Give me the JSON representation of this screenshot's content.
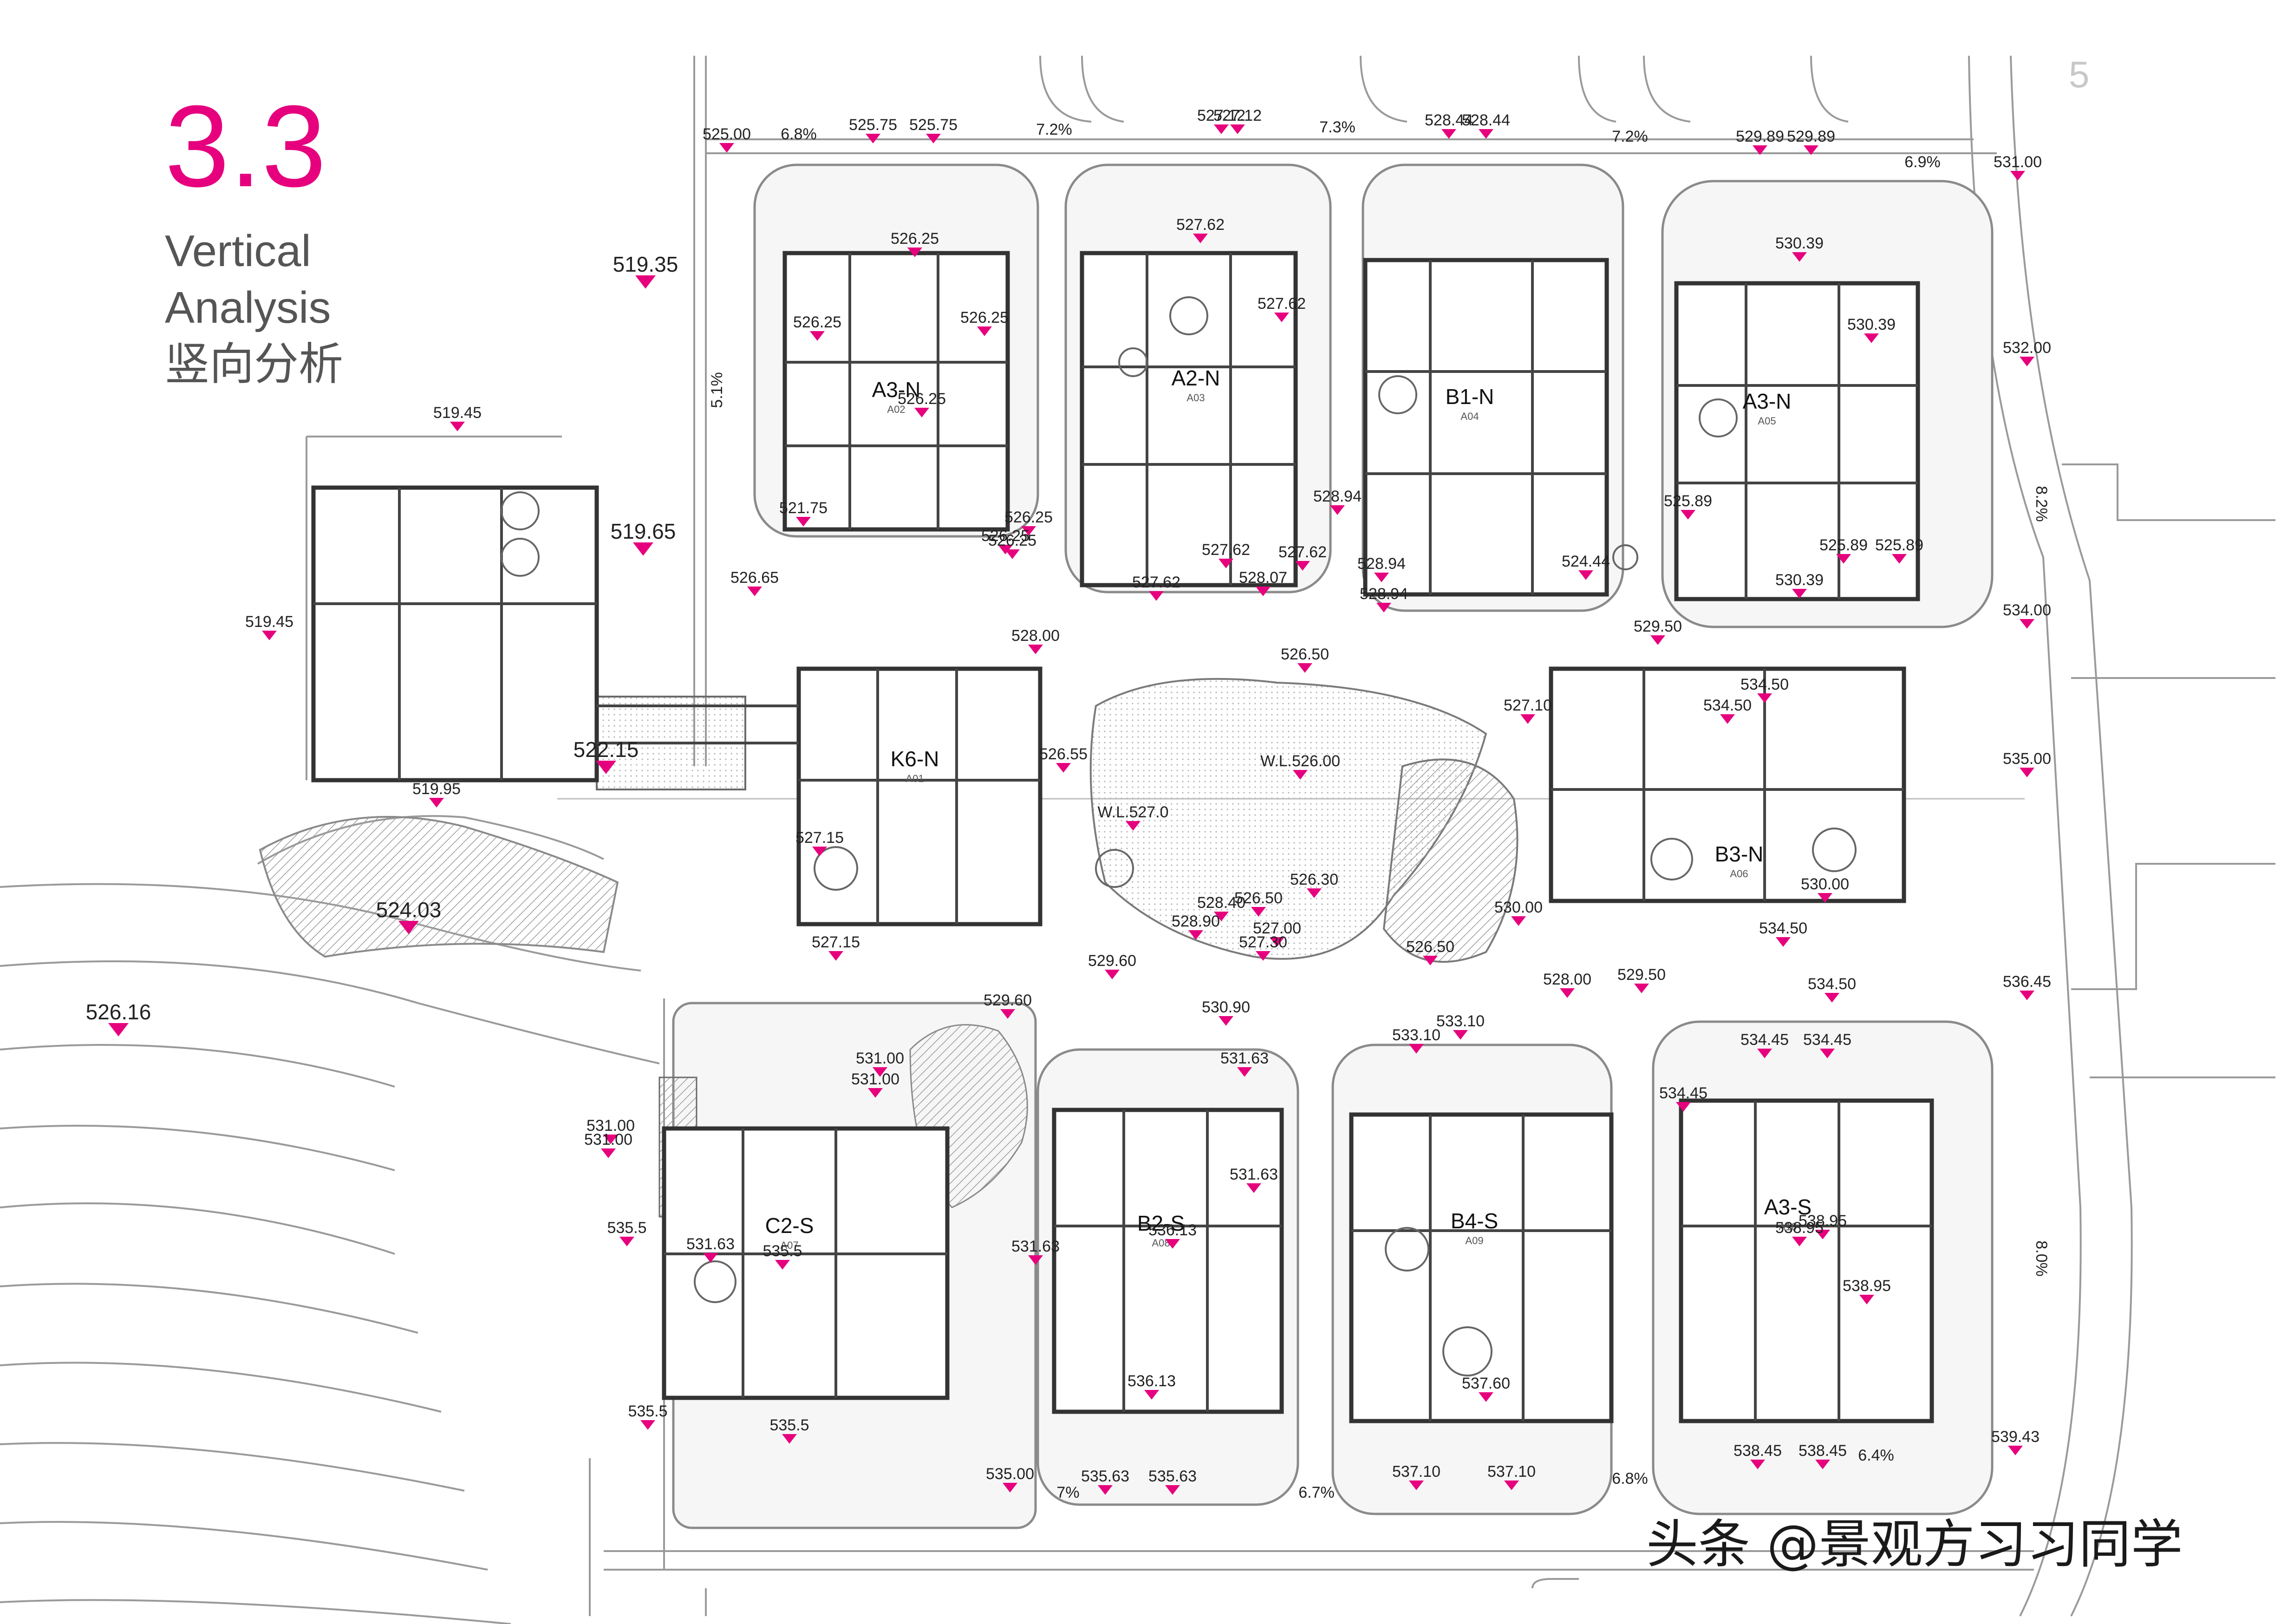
{
  "header": {
    "section_number": "3.3",
    "title_line_1": "Vertical",
    "title_line_2": "Analysis",
    "title_line_3": "竖向分析",
    "page_number": "5"
  },
  "watermark": "头条 @景观方习习同学",
  "colors": {
    "accent": "#e6007e",
    "building_outline": "#333333",
    "road_line": "#9a9a9a",
    "background": "#ffffff"
  },
  "plan": {
    "units": [
      {
        "name": "A3-N",
        "code": "A02"
      },
      {
        "name": "A2-N",
        "code": "A03"
      },
      {
        "name": "B1-N",
        "code": "A04"
      },
      {
        "name": "A3-N",
        "code": "A05"
      },
      {
        "name": "K6-N",
        "code": "A01"
      },
      {
        "name": "B3-N",
        "code": "A06"
      },
      {
        "name": "C2-S",
        "code": "A07"
      },
      {
        "name": "B2-S",
        "code": "A08"
      },
      {
        "name": "B4-S",
        "code": "A09"
      },
      {
        "name": "A3-S",
        "code": "A10"
      }
    ],
    "elevations": [
      "525.00",
      "525.75",
      "525.75",
      "527.12",
      "527.12",
      "528.44",
      "528.44",
      "529.89",
      "529.89",
      "531.00",
      "519.35",
      "532.00",
      "534.00",
      "535.00",
      "536.45",
      "539.43",
      "526.16",
      "524.03",
      "519.45",
      "519.45",
      "519.65",
      "522.15",
      "519.95",
      "526.65",
      "526.25",
      "526.25",
      "526.25",
      "526.25",
      "526.25",
      "521.75",
      "526.25",
      "527.62",
      "527.62",
      "527.62",
      "527.62",
      "527.62",
      "528.07",
      "528.94",
      "528.94",
      "528.94",
      "524.44",
      "530.39",
      "530.39",
      "525.89",
      "525.89",
      "525.89",
      "530.39",
      "528.00",
      "526.50",
      "529.50",
      "527.10",
      "534.50",
      "534.50",
      "527.15",
      "526.55",
      "W.L.526.00",
      "W.L.527.0",
      "526.50",
      "526.30",
      "528.90",
      "528.40",
      "527.00",
      "527.30",
      "530.00",
      "530.00",
      "526.50",
      "528.00",
      "529.50",
      "534.50",
      "534.50",
      "527.15",
      "529.60",
      "529.60",
      "530.90",
      "531.63",
      "533.10",
      "533.10",
      "531.00",
      "531.00",
      "531.00",
      "531.00",
      "534.45",
      "534.45",
      "534.45",
      "535.5",
      "535.5",
      "531.63",
      "536.13",
      "531.63",
      "538.95",
      "538.95",
      "538.95",
      "536.13",
      "537.60",
      "538.45",
      "538.45",
      "535.5",
      "535.00",
      "535.63",
      "535.63",
      "537.10",
      "537.10",
      "535.5",
      "531.63",
      "526.25"
    ],
    "slopes": [
      "6.8%",
      "7.2%",
      "7.3%",
      "7.2%",
      "6.9%",
      "5.1%",
      "8.2%",
      "8.0%",
      "7%",
      "6.7%",
      "6.8%",
      "6.4%"
    ]
  }
}
